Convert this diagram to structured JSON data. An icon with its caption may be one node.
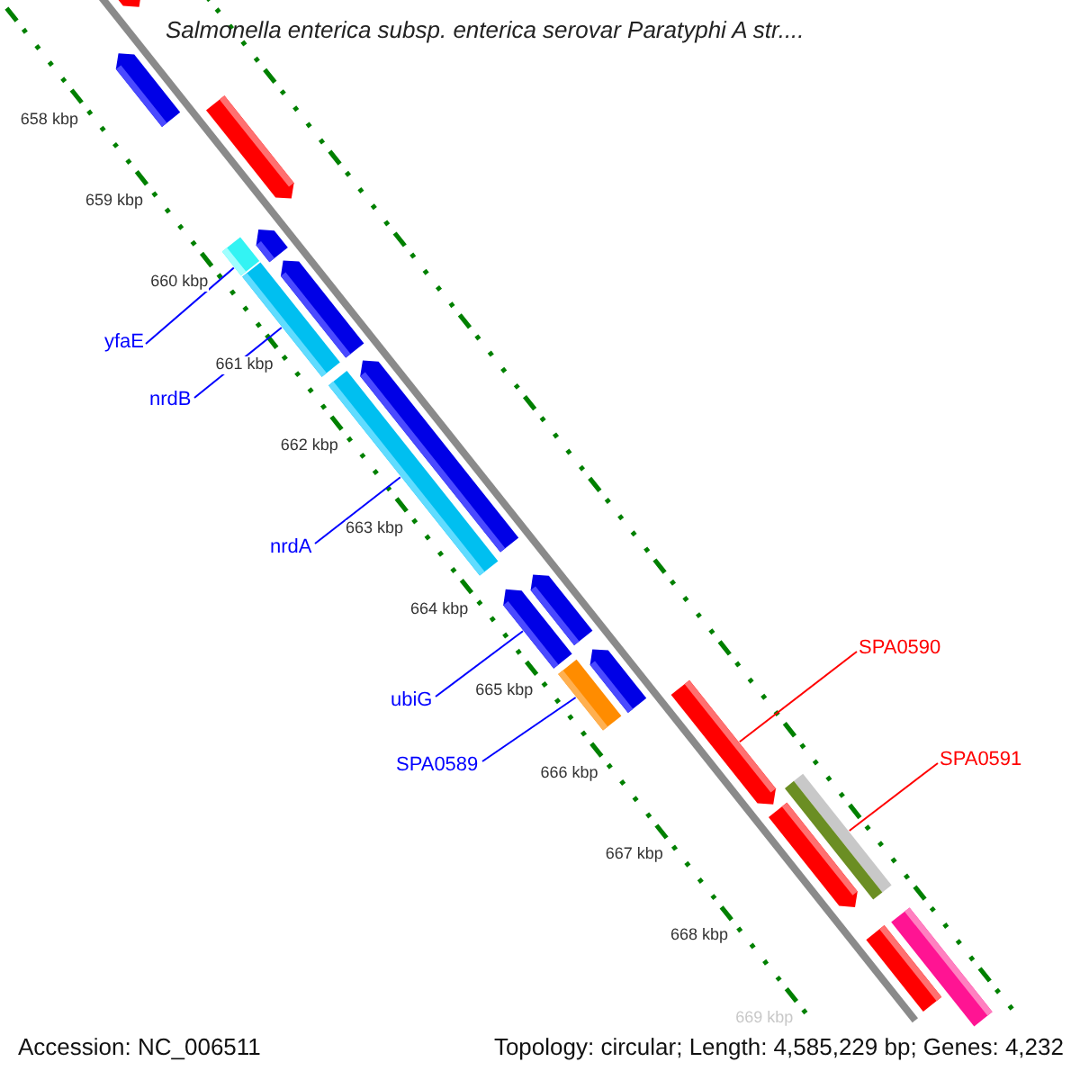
{
  "diagram": {
    "title": "Salmonella enterica subsp. enterica serovar Paratyphi A str....",
    "nodes": [
      {
        "text": [
          "yfaE"
        ]
      },
      {
        "text": [],
        "shape": "bar"
      },
      {
        "text": [
          "nrdB"
        ]
      },
      {
        "text": [],
        "shape": "bar"
      },
      {
        "text": [
          "nrdA"
        ]
      },
      {
        "text": [],
        "shape": "bar"
      },
      {
        "text": [
          "ubiG"
        ]
      },
      {
        "text": [],
        "shape": "arrow"
      },
      {
        "text": [
          "SPA0589"
        ]
      },
      {
        "text": [],
        "shape": "bar"
      },
      {
        "text": [
          "SPA0590"
        ]
      },
      {
        "text": [],
        "shape": "arrow"
      },
      {
        "text": [
          "SPA0591"
        ]
      },
      {
        "text": [],
        "shape": "bar"
      },
      {
        "text": [],
        "shape": "arrow"
      },
      {
        "text": [],
        "shape": "arrow"
      },
      {
        "text": [],
        "shape": "arrow"
      },
      {
        "text": [],
        "shape": "arrow"
      },
      {
        "text": [],
        "shape": "arrow"
      },
      {
        "text": [],
        "shape": "arrow"
      },
      {
        "text": [],
        "shape": "arrow"
      },
      {
        "text": [],
        "shape": "arrow"
      },
      {
        "text": [],
        "shape": "arrow"
      },
      {
        "text": [],
        "shape": "bar"
      },
      {
        "text": [],
        "shape": "bar"
      }
    ],
    "edges": [
      {
        "from": 0,
        "to": 1,
        "arrow": "none"
      },
      {
        "from": 2,
        "to": 3,
        "arrow": "none"
      },
      {
        "from": 4,
        "to": 5,
        "arrow": "none"
      },
      {
        "from": 6,
        "to": 7,
        "arrow": "none"
      },
      {
        "from": 8,
        "to": 9,
        "arrow": "none"
      },
      {
        "from": 10,
        "to": 11,
        "arrow": "none",
        "color": "#ff0000"
      },
      {
        "from": 12,
        "to": 13,
        "arrow": "none",
        "color": "#ff0000"
      }
    ],
    "labels": [
      "658 kbp",
      "659 kbp",
      "660 kbp",
      "661 kbp",
      "662 kbp",
      "663 kbp",
      "664 kbp",
      "665 kbp",
      "666 kbp",
      "667 kbp",
      "668 kbp",
      "669 kbp",
      "Accession: NC_006511",
      "Topology: circular; Length: 4,585,229 bp; Genes: 4,232"
    ]
  }
}
